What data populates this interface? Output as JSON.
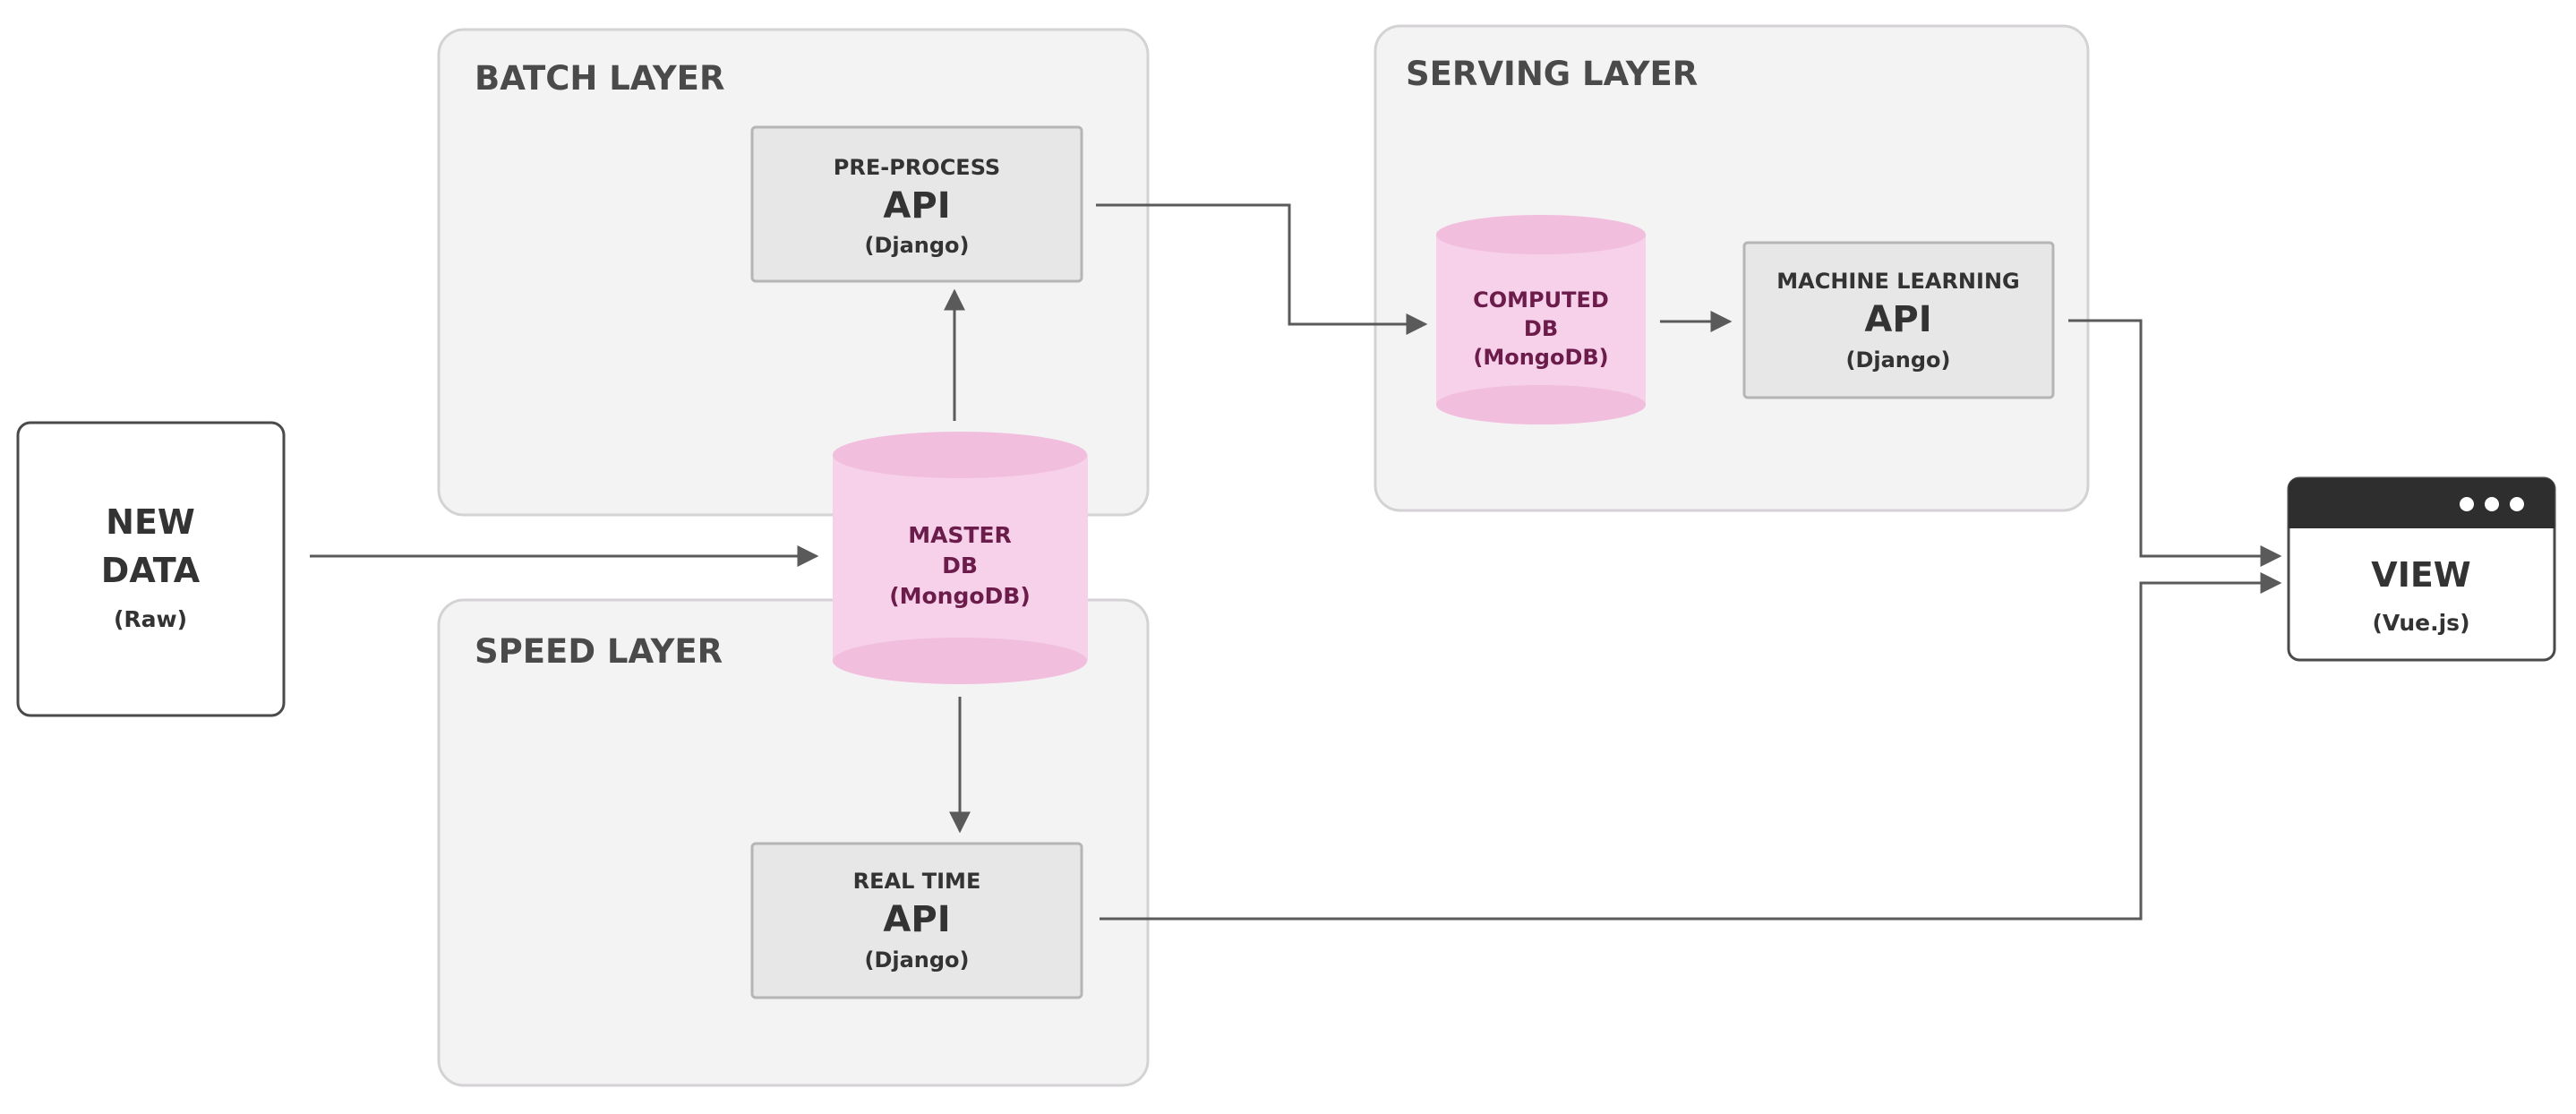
{
  "layers": {
    "batch": {
      "title": "BATCH LAYER"
    },
    "speed": {
      "title": "SPEED LAYER"
    },
    "serving": {
      "title": "SERVING LAYER"
    }
  },
  "new_data": {
    "line1": "NEW",
    "line2": "DATA",
    "sub": "(Raw)"
  },
  "master_db": {
    "line1": "MASTER",
    "line2": "DB",
    "line3": "(MongoDB)"
  },
  "computed_db": {
    "line1": "COMPUTED",
    "line2": "DB",
    "line3": "(MongoDB)"
  },
  "preprocess_api": {
    "top": "PRE-PROCESS",
    "main": "API",
    "sub": "(Django)"
  },
  "realtime_api": {
    "top": "REAL TIME",
    "main": "API",
    "sub": "(Django)"
  },
  "ml_api": {
    "top": "MACHINE LEARNING",
    "main": "API",
    "sub": "(Django)"
  },
  "view": {
    "title": "VIEW",
    "sub": "(Vue.js)",
    "window_icon": "browser-window-icon"
  },
  "colors": {
    "panel_fill": "#f4f3f4",
    "panel_stroke": "#d4d2d4",
    "box_fill": "#e7e7e7",
    "box_stroke": "#b5b5b5",
    "db_fill": "#f7d0e9",
    "db_top": "#f1bede",
    "db_text": "#6b1c4a",
    "arrow": "#5a5a5a",
    "text": "#333333"
  }
}
